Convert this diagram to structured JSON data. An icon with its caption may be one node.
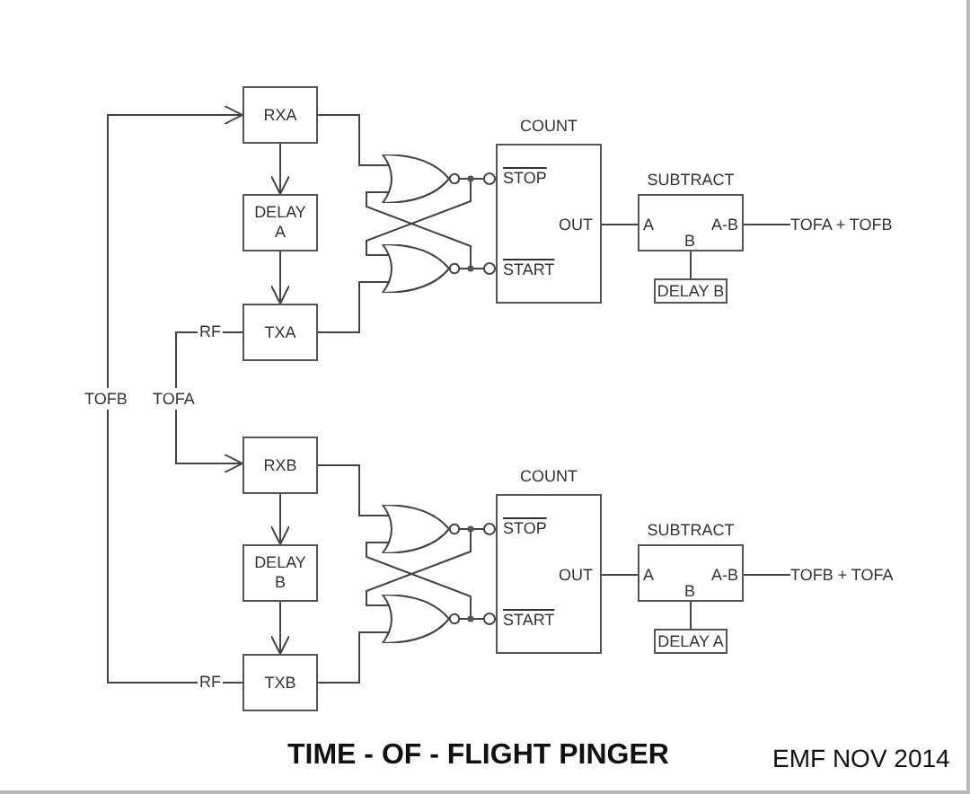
{
  "diagram": {
    "title": "TIME - OF - FLIGHT PINGER",
    "nodes": [
      {
        "text": [
          "RXA"
        ]
      },
      {
        "text": [
          "DELAY A"
        ]
      },
      {
        "text": [
          "TXA"
        ]
      },
      {
        "text": [],
        "shape": "gate"
      },
      {
        "text": [],
        "shape": "gate"
      },
      {
        "text": [
          "COUNT",
          "STOP",
          "OUT",
          "START"
        ]
      },
      {
        "text": [
          "SUBTRACT",
          "A",
          "A-B",
          "B"
        ]
      },
      {
        "text": [
          "DELAY B"
        ]
      },
      {
        "text": [
          "TOFA + TOFB"
        ]
      },
      {
        "text": [
          "TOFB"
        ]
      },
      {
        "text": [
          "TOFA"
        ]
      },
      {
        "text": [
          "RXB"
        ]
      },
      {
        "text": [
          "DELAY B"
        ]
      },
      {
        "text": [
          "TXB"
        ]
      },
      {
        "text": [],
        "shape": "gate"
      },
      {
        "text": [],
        "shape": "gate"
      },
      {
        "text": [
          "COUNT",
          "STOP",
          "OUT",
          "START"
        ]
      },
      {
        "text": [
          "SUBTRACT",
          "A",
          "A-B",
          "B"
        ]
      },
      {
        "text": [
          "DELAY A"
        ]
      },
      {
        "text": [
          "TOFB + TOFA"
        ]
      }
    ],
    "edges": [
      {
        "from": 0,
        "to": 1,
        "arrow": "to"
      },
      {
        "from": 1,
        "to": 2,
        "arrow": "to"
      },
      {
        "from": 0,
        "to": 3,
        "arrow": "none"
      },
      {
        "from": 2,
        "to": 4,
        "arrow": "none"
      },
      {
        "from": 3,
        "to": 5,
        "arrow": "other"
      },
      {
        "from": 4,
        "to": 5,
        "arrow": "other"
      },
      {
        "from": 3,
        "to": 4,
        "arrow": "none"
      },
      {
        "from": 4,
        "to": 3,
        "arrow": "none"
      },
      {
        "from": 5,
        "to": 6,
        "arrow": "none"
      },
      {
        "from": 7,
        "to": 6,
        "arrow": "none"
      },
      {
        "from": 6,
        "to": 8,
        "arrow": "none"
      },
      {
        "from": 11,
        "to": 12,
        "arrow": "to"
      },
      {
        "from": 12,
        "to": 13,
        "arrow": "to"
      },
      {
        "from": 11,
        "to": 14,
        "arrow": "none"
      },
      {
        "from": 13,
        "to": 15,
        "arrow": "none"
      },
      {
        "from": 14,
        "to": 16,
        "arrow": "other"
      },
      {
        "from": 15,
        "to": 16,
        "arrow": "other"
      },
      {
        "from": 14,
        "to": 15,
        "arrow": "none"
      },
      {
        "from": 15,
        "to": 14,
        "arrow": "none"
      },
      {
        "from": 16,
        "to": 17,
        "arrow": "none"
      },
      {
        "from": 18,
        "to": 17,
        "arrow": "none"
      },
      {
        "from": 17,
        "to": 19,
        "arrow": "none"
      },
      {
        "from": 2,
        "to": 10,
        "label": "RF",
        "arrow": "none"
      },
      {
        "from": 10,
        "to": 11,
        "arrow": "to"
      },
      {
        "from": 13,
        "to": 9,
        "label": "RF",
        "arrow": "none"
      },
      {
        "from": 9,
        "to": 0,
        "arrow": "to"
      }
    ],
    "labels": [
      "EMF NOV 2014"
    ]
  }
}
